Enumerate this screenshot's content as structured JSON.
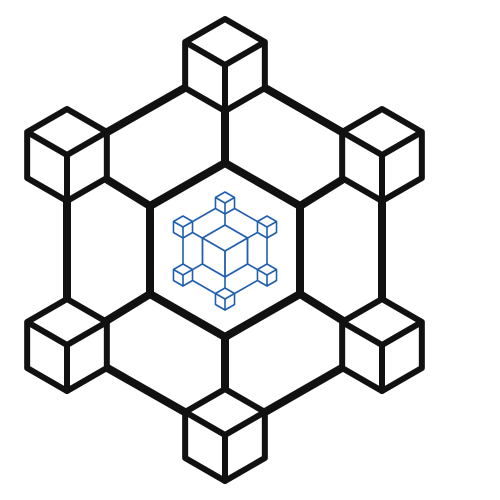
{
  "diagram": {
    "icon": "blockchain-network-icon",
    "colors": {
      "background": "#ffffff",
      "stroke": "#111111",
      "accent": "#1f5fae",
      "cube_fill": "#ffffff"
    },
    "outer_nodes": [
      {
        "name": "cube-top",
        "position": "top"
      },
      {
        "name": "cube-top-right",
        "position": "top-right"
      },
      {
        "name": "cube-bottom-right",
        "position": "bottom-right"
      },
      {
        "name": "cube-bottom",
        "position": "bottom"
      },
      {
        "name": "cube-bottom-left",
        "position": "bottom-left"
      },
      {
        "name": "cube-top-left",
        "position": "top-left"
      }
    ],
    "center_icon": "blockchain-cluster-icon"
  }
}
